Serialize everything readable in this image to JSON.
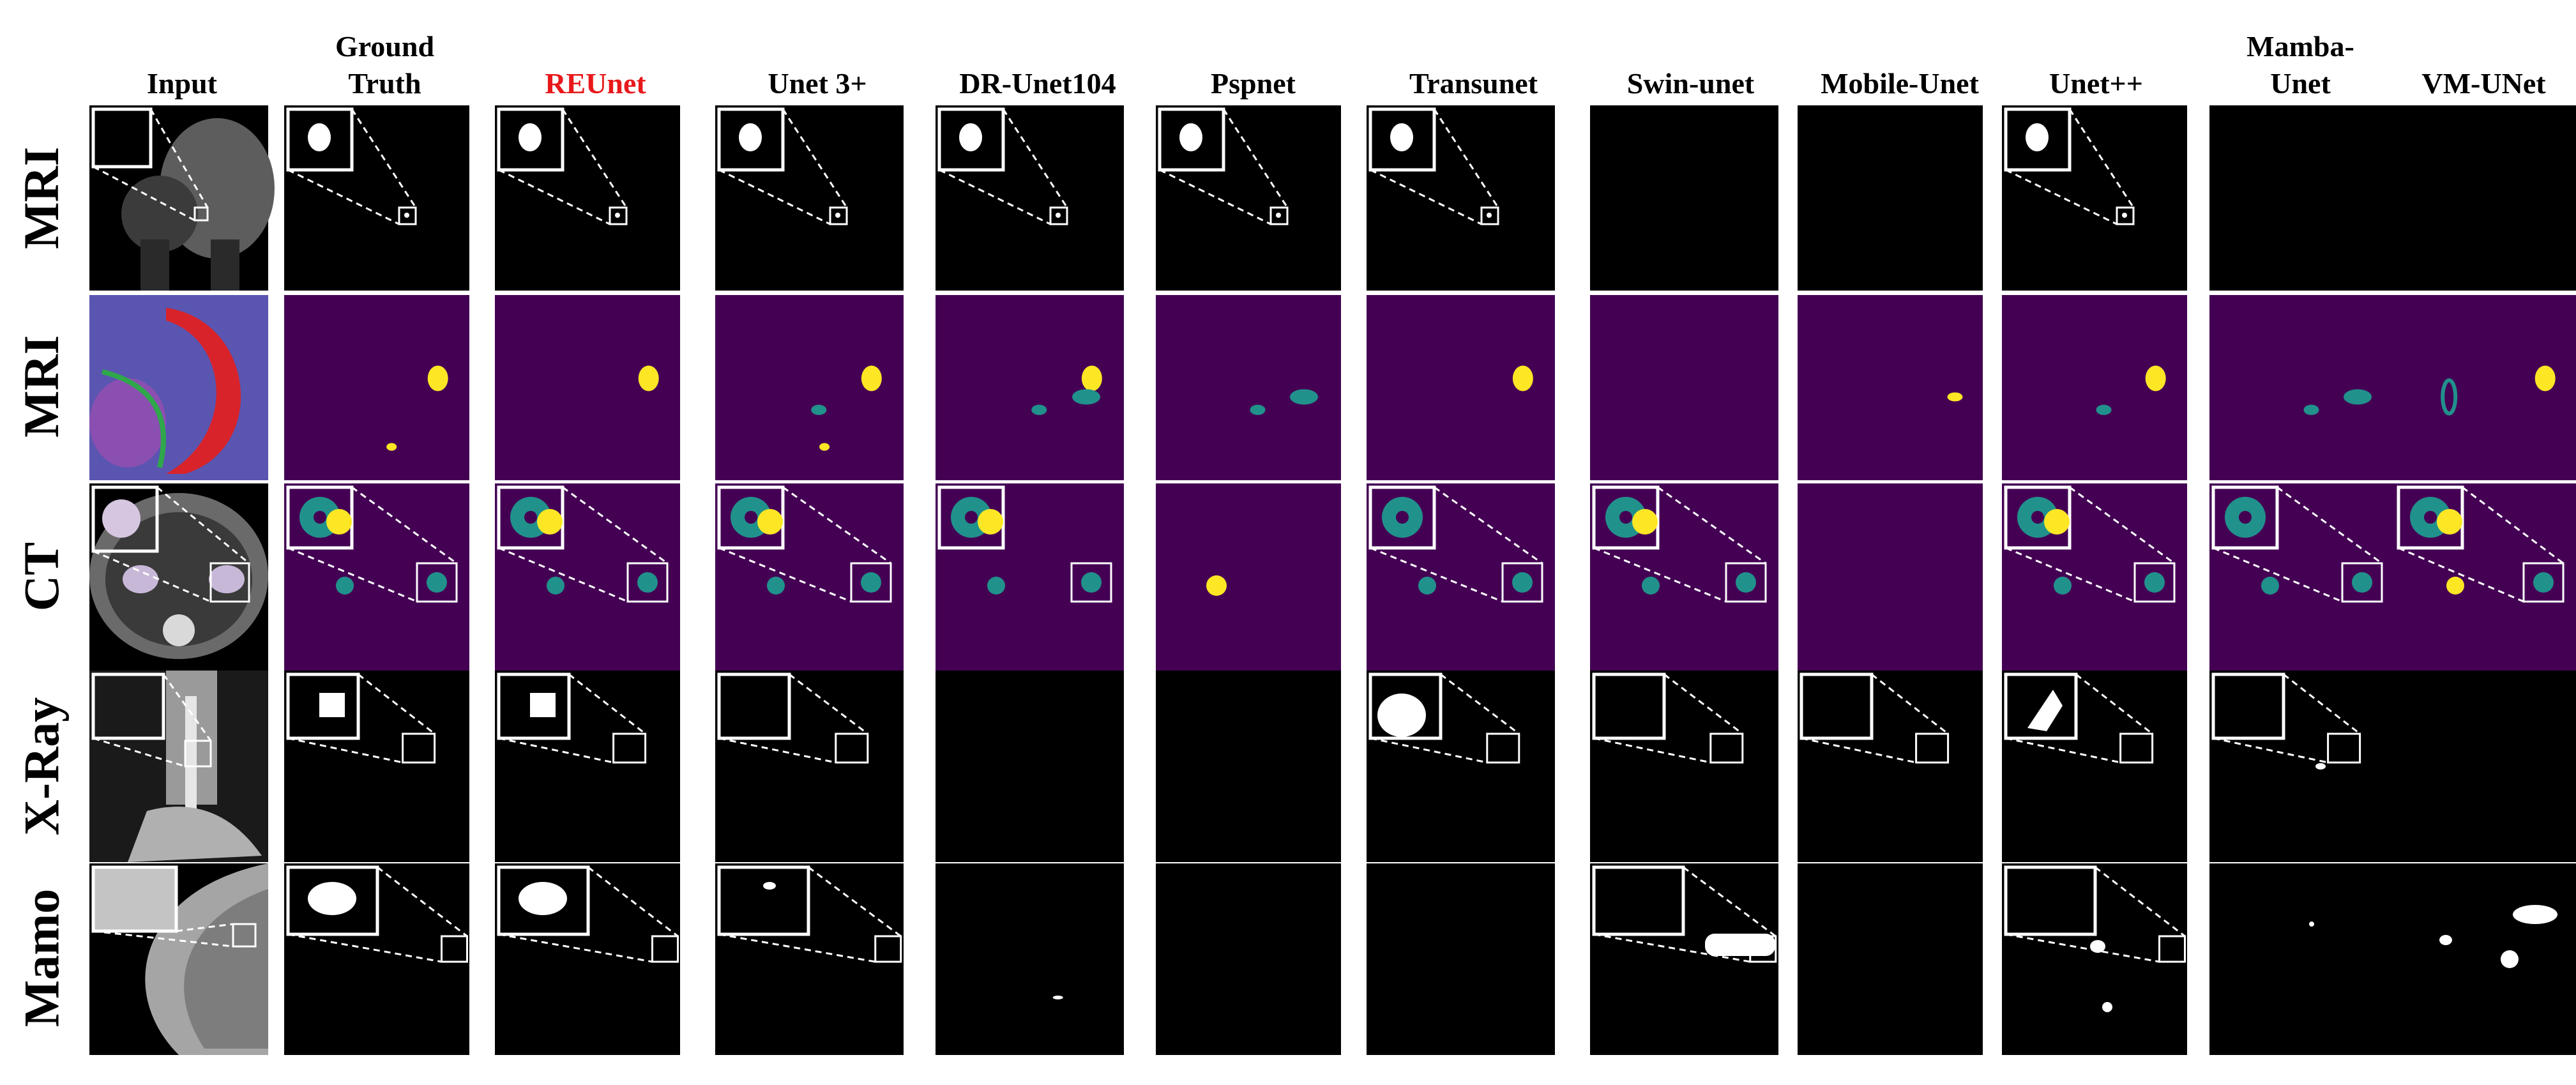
{
  "columns": [
    "Input",
    "Ground\nTruth",
    "REUnet",
    "Unet 3+",
    "DR-Unet104",
    "Pspnet",
    "Transunet",
    "Swin-unet",
    "Mobile-Unet",
    "Unet++",
    "Mamba-\nUnet",
    "VM-UNet"
  ],
  "highlight_column": 2,
  "highlight_color": "#e8191c",
  "rows": [
    "MRI",
    "MRI",
    "CT",
    "X-Ray",
    "Mamo"
  ],
  "colors": {
    "background_black": "#000000",
    "mask_white": "#ffffff",
    "seg_background_purple": "#440154",
    "seg_teal": "#21918c",
    "seg_yellow": "#fde725"
  }
}
